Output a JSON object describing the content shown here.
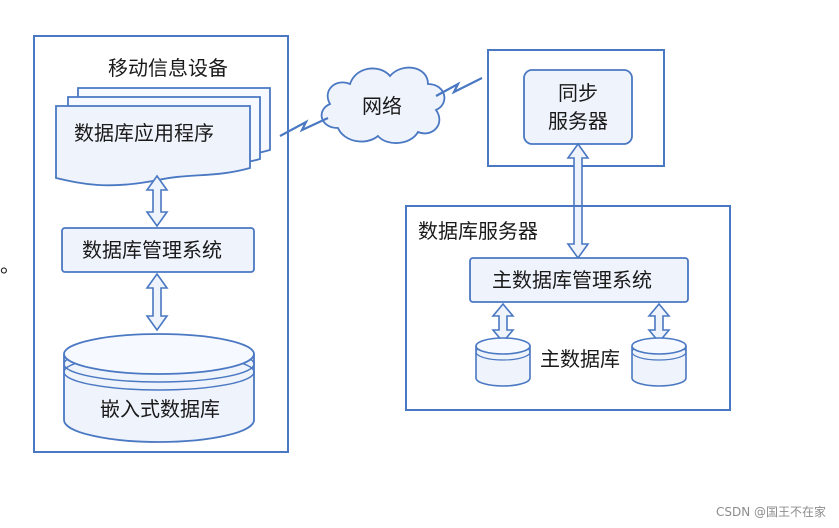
{
  "mobile_device": {
    "title": "移动信息设备"
  },
  "db_application": {
    "label": "数据库应用程序"
  },
  "db_management": {
    "label": "数据库管理系统"
  },
  "embedded_db": {
    "label": "嵌入式数据库"
  },
  "network": {
    "label": "网络"
  },
  "sync_server": {
    "line1": "同步",
    "line2": "服务器"
  },
  "db_server": {
    "title": "数据库服务器"
  },
  "main_dbms": {
    "label": "主数据库管理系统"
  },
  "main_db": {
    "label": "主数据库"
  },
  "stray_mark": {
    "text": "。"
  },
  "watermark": {
    "text": "CSDN @国王不在家"
  },
  "colors": {
    "box_stroke": "#4a78c2",
    "box_fill": "#eef3fc",
    "text": "#1a1a1a",
    "watermark": "#8c8c8c"
  }
}
